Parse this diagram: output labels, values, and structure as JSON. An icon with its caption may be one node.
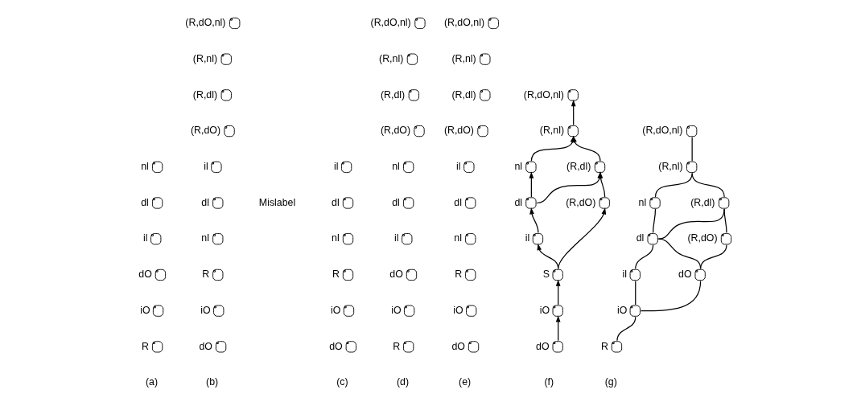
{
  "diagram": {
    "nodes": [
      {
        "text": [],
        "shape": "circle",
        "beside": [
          "nl"
        ]
      },
      {
        "text": [],
        "shape": "circle",
        "beside": [
          "dl"
        ]
      },
      {
        "text": [],
        "shape": "circle",
        "beside": [
          "il"
        ]
      },
      {
        "text": [],
        "shape": "circle",
        "beside": [
          "dO"
        ]
      },
      {
        "text": [],
        "shape": "circle",
        "beside": [
          "iO"
        ]
      },
      {
        "text": [],
        "shape": "circle",
        "beside": [
          "R"
        ]
      },
      {
        "text": [],
        "shape": "circle",
        "beside": [
          "(R,dO,nl)"
        ]
      },
      {
        "text": [],
        "shape": "circle",
        "beside": [
          "(R,nl)"
        ]
      },
      {
        "text": [],
        "shape": "circle",
        "beside": [
          "(R,dl)"
        ]
      },
      {
        "text": [],
        "shape": "circle",
        "beside": [
          "(R,dO)"
        ]
      },
      {
        "text": [],
        "shape": "circle",
        "beside": [
          "il"
        ]
      },
      {
        "text": [],
        "shape": "circle",
        "beside": [
          "dl"
        ]
      },
      {
        "text": [],
        "shape": "circle",
        "beside": [
          "nl"
        ]
      },
      {
        "text": [],
        "shape": "circle",
        "beside": [
          "R"
        ]
      },
      {
        "text": [],
        "shape": "circle",
        "beside": [
          "iO"
        ]
      },
      {
        "text": [],
        "shape": "circle",
        "beside": [
          "dO"
        ]
      },
      {
        "text": [],
        "shape": "circle",
        "beside": [
          "il"
        ]
      },
      {
        "text": [],
        "shape": "circle",
        "beside": [
          "dl"
        ]
      },
      {
        "text": [],
        "shape": "circle",
        "beside": [
          "nl"
        ]
      },
      {
        "text": [],
        "shape": "circle",
        "beside": [
          "R"
        ]
      },
      {
        "text": [],
        "shape": "circle",
        "beside": [
          "iO"
        ]
      },
      {
        "text": [],
        "shape": "circle",
        "beside": [
          "dO"
        ]
      },
      {
        "text": [],
        "shape": "circle",
        "beside": [
          "(R,dO,nl)"
        ]
      },
      {
        "text": [],
        "shape": "circle",
        "beside": [
          "(R,nl)"
        ]
      },
      {
        "text": [],
        "shape": "circle",
        "beside": [
          "(R,dl)"
        ]
      },
      {
        "text": [],
        "shape": "circle",
        "beside": [
          "(R,dO)"
        ]
      },
      {
        "text": [],
        "shape": "circle",
        "beside": [
          "nl"
        ]
      },
      {
        "text": [],
        "shape": "circle",
        "beside": [
          "dl"
        ]
      },
      {
        "text": [],
        "shape": "circle",
        "beside": [
          "il"
        ]
      },
      {
        "text": [],
        "shape": "circle",
        "beside": [
          "dO"
        ]
      },
      {
        "text": [],
        "shape": "circle",
        "beside": [
          "iO"
        ]
      },
      {
        "text": [],
        "shape": "circle",
        "beside": [
          "R"
        ]
      },
      {
        "text": [],
        "shape": "circle",
        "beside": [
          "(R,dO,nl)"
        ]
      },
      {
        "text": [],
        "shape": "circle",
        "beside": [
          "(R,nl)"
        ]
      },
      {
        "text": [],
        "shape": "circle",
        "beside": [
          "(R,dl)"
        ]
      },
      {
        "text": [],
        "shape": "circle",
        "beside": [
          "(R,dO)"
        ]
      },
      {
        "text": [],
        "shape": "circle",
        "beside": [
          "il"
        ]
      },
      {
        "text": [],
        "shape": "circle",
        "beside": [
          "dl"
        ]
      },
      {
        "text": [],
        "shape": "circle",
        "beside": [
          "nl"
        ]
      },
      {
        "text": [],
        "shape": "circle",
        "beside": [
          "R"
        ]
      },
      {
        "text": [],
        "shape": "circle",
        "beside": [
          "iO"
        ]
      },
      {
        "text": [],
        "shape": "circle",
        "beside": [
          "dO"
        ]
      },
      {
        "text": [],
        "shape": "circle",
        "beside": [
          "(R,dO,nl)"
        ]
      },
      {
        "text": [],
        "shape": "circle",
        "beside": [
          "nl"
        ]
      },
      {
        "text": [],
        "shape": "circle",
        "beside": [
          "(R,nl)"
        ]
      },
      {
        "text": [],
        "shape": "circle",
        "beside": [
          "dl"
        ]
      },
      {
        "text": [],
        "shape": "circle",
        "beside": [
          "(R,dl)"
        ]
      },
      {
        "text": [],
        "shape": "circle",
        "beside": [
          "il"
        ]
      },
      {
        "text": [],
        "shape": "circle",
        "beside": [
          "(R,dO)"
        ]
      },
      {
        "text": [],
        "shape": "circle",
        "beside": [
          "S"
        ]
      },
      {
        "text": [],
        "shape": "circle",
        "beside": [
          "iO"
        ]
      },
      {
        "text": [],
        "shape": "circle",
        "beside": [
          "dO"
        ]
      },
      {
        "text": [],
        "shape": "circle",
        "beside": [
          "(R,dO,nl)"
        ]
      },
      {
        "text": [],
        "shape": "circle",
        "beside": [
          "(R,nl)"
        ]
      },
      {
        "text": [],
        "shape": "circle",
        "beside": [
          "nl"
        ]
      },
      {
        "text": [],
        "shape": "circle",
        "beside": [
          "(R,dl)"
        ]
      },
      {
        "text": [],
        "shape": "circle",
        "beside": [
          "dl"
        ]
      },
      {
        "text": [],
        "shape": "circle",
        "beside": [
          "(R,dO)"
        ]
      },
      {
        "text": [],
        "shape": "circle",
        "beside": [
          "dO"
        ]
      },
      {
        "text": [],
        "shape": "circle",
        "beside": [
          "il"
        ]
      },
      {
        "text": [],
        "shape": "circle",
        "beside": [
          "iO"
        ]
      },
      {
        "text": [],
        "shape": "circle",
        "beside": [
          "R"
        ]
      }
    ],
    "edges": [
      {
        "from": 51,
        "to": 50,
        "arrow": "to"
      },
      {
        "from": 50,
        "to": 49,
        "arrow": "to"
      },
      {
        "from": 49,
        "to": 47,
        "arrow": "to"
      },
      {
        "from": 49,
        "to": 48,
        "arrow": "to"
      },
      {
        "from": 47,
        "to": 45,
        "arrow": "to"
      },
      {
        "from": 45,
        "to": 43,
        "arrow": "to"
      },
      {
        "from": 45,
        "to": 46,
        "arrow": "to"
      },
      {
        "from": 48,
        "to": 46,
        "arrow": "to"
      },
      {
        "from": 43,
        "to": 44,
        "arrow": "to"
      },
      {
        "from": 46,
        "to": 44,
        "arrow": "to"
      },
      {
        "from": 44,
        "to": 42,
        "arrow": "to"
      },
      {
        "from": 53,
        "to": 52,
        "arrow": "none"
      },
      {
        "from": 54,
        "to": 53,
        "arrow": "none"
      },
      {
        "from": 55,
        "to": 53,
        "arrow": "none"
      },
      {
        "from": 56,
        "to": 54,
        "arrow": "none"
      },
      {
        "from": 56,
        "to": 55,
        "arrow": "none"
      },
      {
        "from": 57,
        "to": 55,
        "arrow": "none"
      },
      {
        "from": 58,
        "to": 56,
        "arrow": "none"
      },
      {
        "from": 59,
        "to": 56,
        "arrow": "none"
      },
      {
        "from": 58,
        "to": 57,
        "arrow": "none"
      },
      {
        "from": 60,
        "to": 58,
        "arrow": "none"
      },
      {
        "from": 60,
        "to": 59,
        "arrow": "none"
      },
      {
        "from": 61,
        "to": 60,
        "arrow": "none"
      }
    ],
    "labels": [
      "Mislabel",
      "(a)",
      "(b)",
      "(c)",
      "(d)",
      "(e)",
      "(f)",
      "(g)"
    ]
  }
}
